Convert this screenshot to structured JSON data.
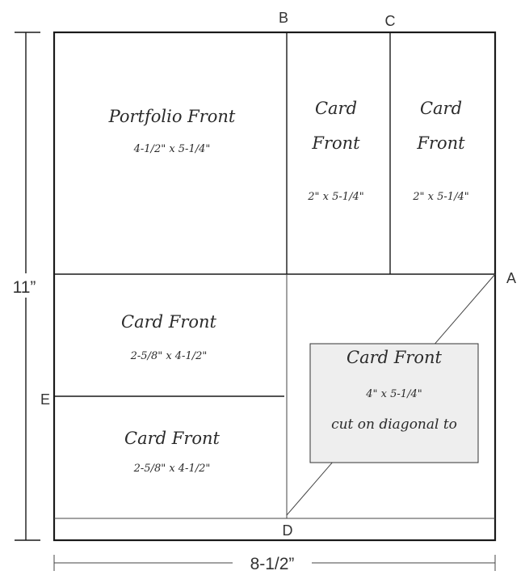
{
  "points": {
    "a": "A",
    "b": "B",
    "c": "C",
    "d": "D",
    "e": "E"
  },
  "measures": {
    "height": "11”",
    "width": "8-1/2”"
  },
  "panels": {
    "portfolio_front": {
      "title": "Portfolio Front",
      "size": "4-1/2\" x 5-1/4\""
    },
    "card_b": {
      "line1": "Card",
      "line2": "Front",
      "size": "2\" x 5-1/4\""
    },
    "card_c": {
      "line1": "Card",
      "line2": "Front",
      "size": "2\" x 5-1/4\""
    },
    "card_mid_left": {
      "title": "Card Front",
      "size": "2-5/8\" x 4-1/2\""
    },
    "card_low_left": {
      "title": "Card Front",
      "size": "2-5/8\" x 4-1/2\""
    },
    "card_diagonal": {
      "title": "Card Front",
      "size": "4\" x 5-1/4\"",
      "note": "cut on diagonal to"
    }
  },
  "colors": {
    "line": "#1a1a1a",
    "note_box_fill": "#eeeeee"
  }
}
